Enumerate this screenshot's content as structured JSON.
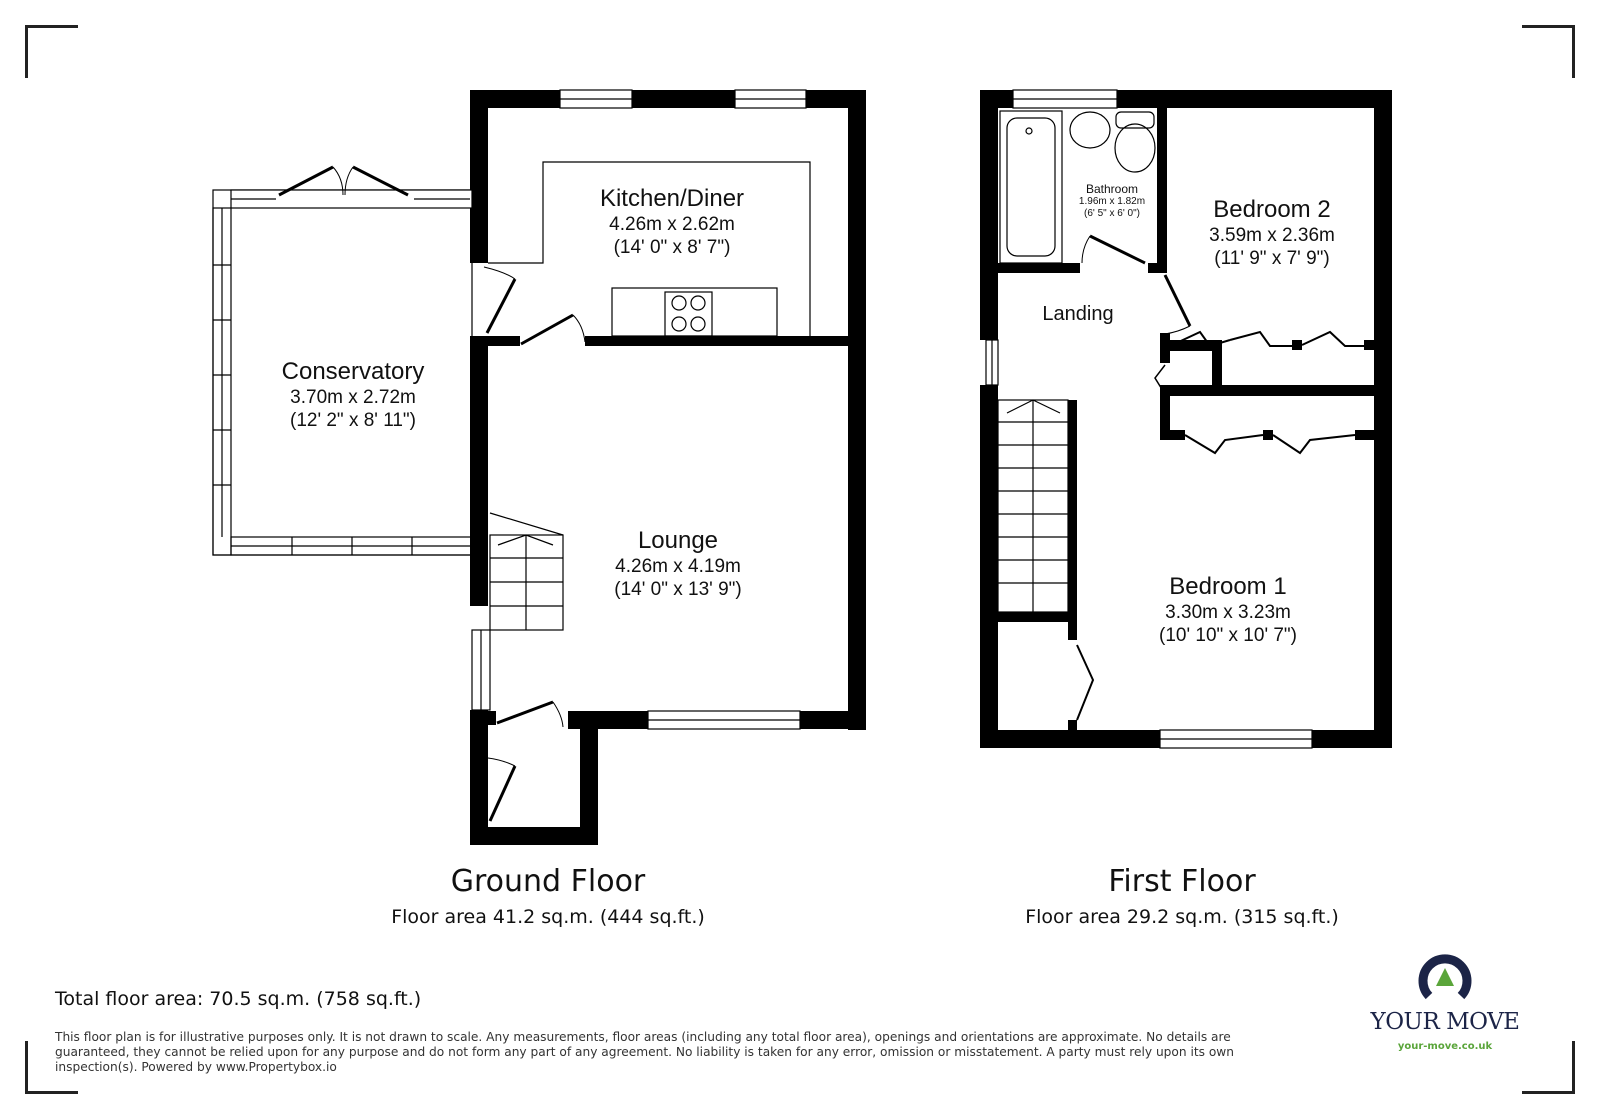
{
  "ground_floor": {
    "title": "Ground Floor",
    "area": "Floor area 41.2 sq.m. (444 sq.ft.)",
    "rooms": [
      {
        "name": "Kitchen/Diner",
        "metric": "4.26m x 2.62m",
        "imperial": "(14' 0\" x 8' 7\")"
      },
      {
        "name": "Conservatory",
        "metric": "3.70m x 2.72m",
        "imperial": "(12' 2\" x 8' 11\")"
      },
      {
        "name": "Lounge",
        "metric": "4.26m x 4.19m",
        "imperial": "(14' 0\" x 13' 9\")"
      }
    ]
  },
  "first_floor": {
    "title": "First Floor",
    "area": "Floor area 29.2 sq.m. (315 sq.ft.)",
    "rooms": [
      {
        "name": "Bathroom",
        "metric": "1.96m x 1.82m",
        "imperial": "(6' 5\" x 6' 0\")"
      },
      {
        "name": "Bedroom 2",
        "metric": "3.59m x 2.36m",
        "imperial": "(11' 9\" x 7' 9\")"
      },
      {
        "name": "Landing"
      },
      {
        "name": "Bedroom 1",
        "metric": "3.30m x 3.23m",
        "imperial": "(10' 10\" x 10' 7\")"
      }
    ]
  },
  "total_area": "Total floor area: 70.5 sq.m. (758 sq.ft.)",
  "disclaimer": "This floor plan is for illustrative purposes only. It is not drawn to scale. Any measurements, floor areas (including any total floor area), openings and orientations are approximate. No details are guaranteed, they cannot be relied upon for any purpose and do not form any part of any agreement. No liability is taken for any error, omission or misstatement. A party must rely upon its own inspection(s). Powered by www.Propertybox.io",
  "logo": {
    "text": "YOUR MOVE",
    "url": "your-move.co.uk",
    "colors": {
      "navy": "#1c2447",
      "green": "#5aa53a"
    }
  }
}
